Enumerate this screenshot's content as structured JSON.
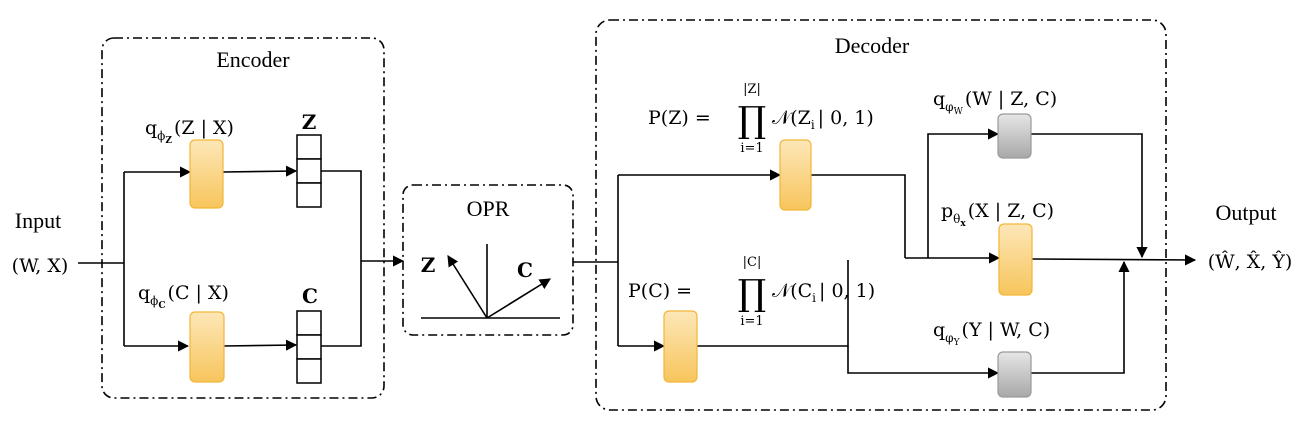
{
  "groups": {
    "encoder": "Encoder",
    "opr": "OPR",
    "decoder": "Decoder"
  },
  "io": {
    "input_label": "Input",
    "input_vars": "(W, X)",
    "output_label": "Output",
    "output_vars": "(Ŵ, X̂, Ŷ)"
  },
  "encoder": {
    "q_z": {
      "q": "q",
      "sub": "ϕ",
      "subsub": "Z",
      "body": "(Z | X)"
    },
    "q_c": {
      "q": "q",
      "sub": "ϕ",
      "subsub": "C",
      "body": "(C | X)"
    },
    "z_vec": "Z",
    "c_vec": "C"
  },
  "opr": {
    "z_axis": "Z",
    "c_axis": "C"
  },
  "decoder": {
    "prior_z": {
      "lhs": "P(Z) =",
      "upper": "|Z|",
      "lower": "i=1",
      "rhs": "𝒩(Z",
      "idx": "i",
      "tail": "| 0, 1)"
    },
    "prior_c": {
      "lhs": "P(C) =",
      "upper": "|C|",
      "lower": "i=1",
      "rhs": "𝒩(C",
      "idx": "i",
      "tail": "| 0, 1)"
    },
    "q_w": {
      "q": "q",
      "sub": "φ",
      "subsub": "W",
      "body": "(W | Z, C)"
    },
    "p_x": {
      "q": "p",
      "sub": "θ",
      "subsub": "x",
      "body": "(X | Z, C)"
    },
    "q_y": {
      "q": "q",
      "sub": "φ",
      "subsub": "Y",
      "body": "(Y | W, C)"
    }
  },
  "colors": {
    "gauss_top": "#fde7b8",
    "gauss_bottom": "#f7c55c",
    "gray_top": "#e6e6e6",
    "gray_bottom": "#a8a8a8"
  }
}
